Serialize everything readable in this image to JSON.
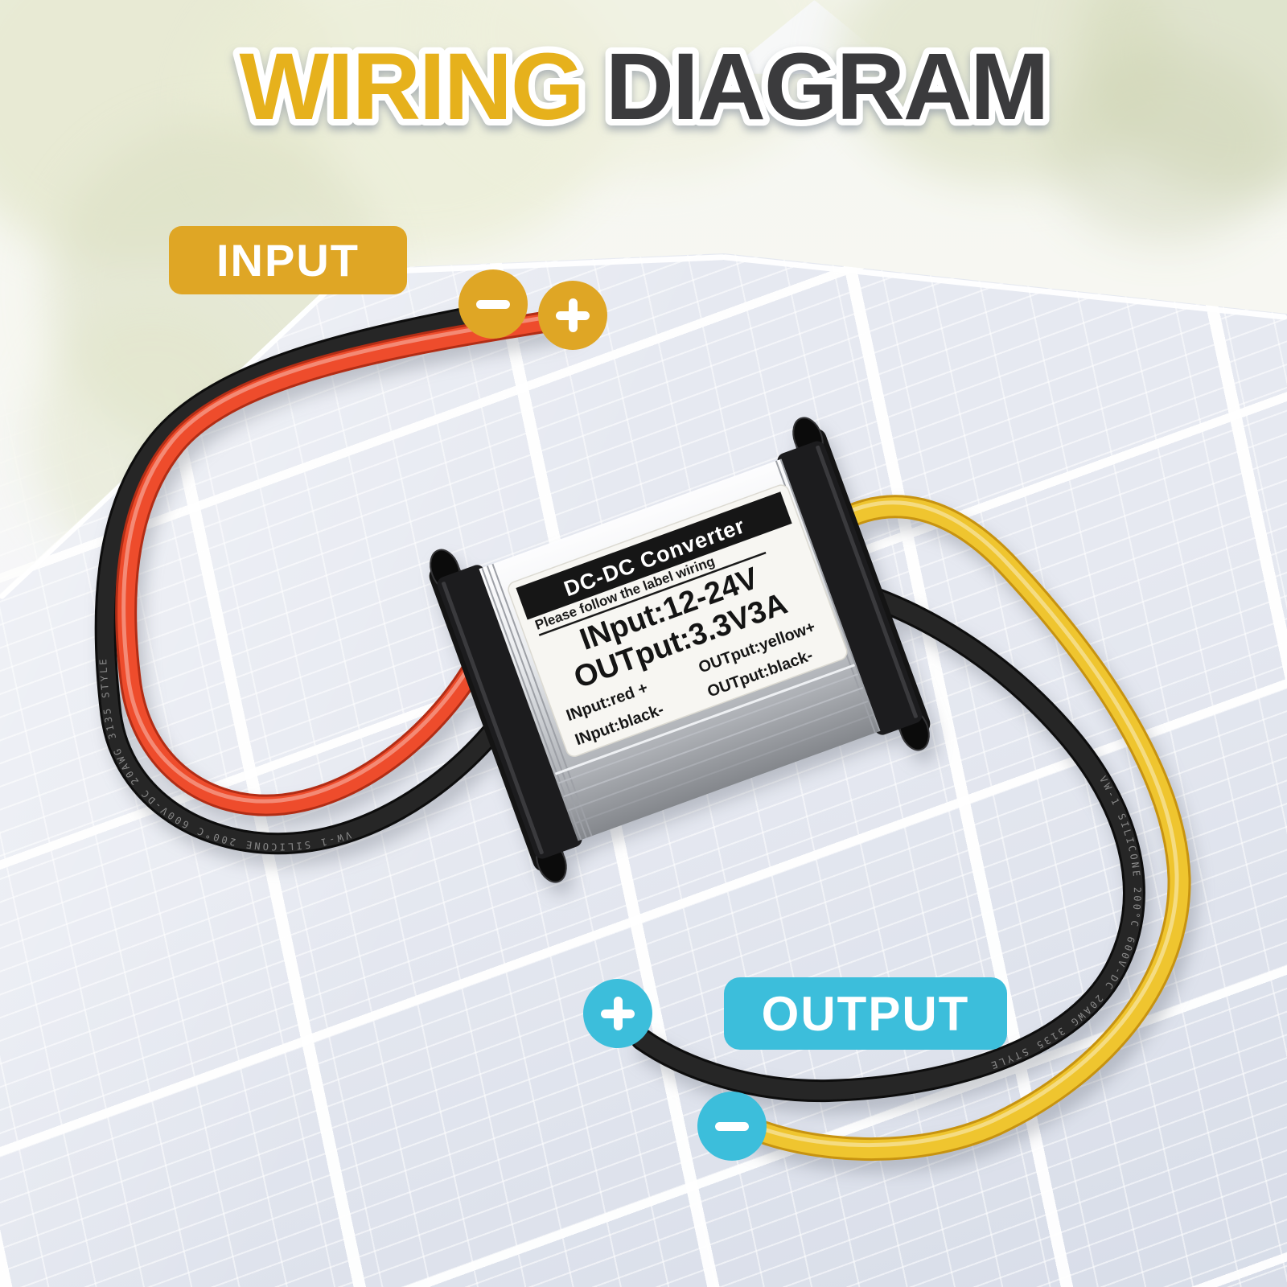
{
  "title": {
    "word1": "WIRING",
    "word2": "DIAGRAM"
  },
  "input_marker": {
    "label": "INPUT",
    "negative_sign": "-",
    "positive_sign": "+"
  },
  "output_marker": {
    "label": "OUTPUT",
    "positive_sign": "+",
    "negative_sign": "-"
  },
  "device": {
    "name": "DC-DC Converter",
    "instruction": "Please follow the label wiring",
    "spec_input": "INput:12-24V",
    "spec_output": "OUTput:3.3V3A",
    "wiring": {
      "input_positive": "INput:red +",
      "output_positive": "OUTput:yellow+",
      "input_negative": "INput:black-",
      "output_negative": "OUTput:black-"
    }
  },
  "wire_print": "VW-1  SILICONE  200°C  600V-DC  20AWG  3135  STYLE",
  "wires": {
    "input_positive_color": "#ee4c2c",
    "input_negative_color": "#262626",
    "output_positive_color": "#efc52f",
    "output_negative_color": "#262626"
  },
  "colors": {
    "title_yellow": "#e6b11e",
    "title_dark": "#3a3a3c",
    "accent_yellow": "#dfa625",
    "accent_cyan": "#3cbedb",
    "panel_cell": "#e6e9f1",
    "device_label_bg": "#f7f6f2"
  }
}
